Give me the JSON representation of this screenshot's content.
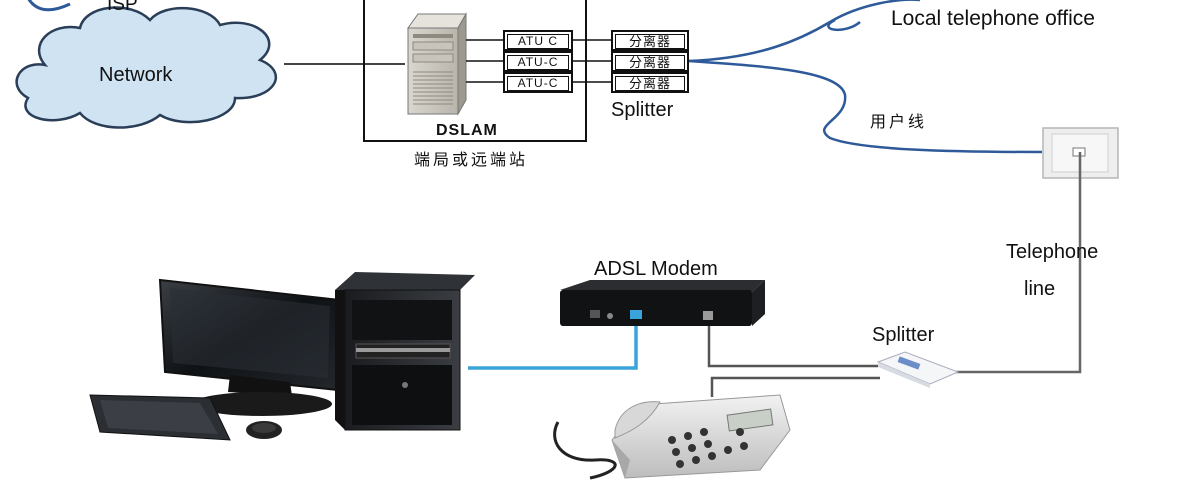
{
  "labels": {
    "isp": "ISP",
    "network": "Network",
    "dslam": "DSLAM",
    "site": "端局或远端站",
    "splitter_top": "Splitter",
    "local_office": "Local telephone office",
    "user_line": "用户线",
    "telephone_line_1": "Telephone",
    "telephone_line_2": "line",
    "adsl_modem": "ADSL Modem",
    "splitter_bottom": "Splitter"
  },
  "ports": {
    "atu": [
      "ATU C",
      "ATU-C",
      "ATU-C"
    ],
    "splitters": [
      "分离器",
      "分离器",
      "分离器"
    ]
  },
  "colors": {
    "line": "#111111",
    "cloud_fill": "#cfe3f3",
    "cloud_stroke": "#2a3e58",
    "wire_blue": "#2e5a99",
    "ethernet_cable": "#3aa3d9"
  },
  "icons": [
    "cloud-icon",
    "server-icon",
    "wall-jack-icon",
    "computer-icon",
    "modem-icon",
    "splitter-icon",
    "telephone-icon"
  ]
}
